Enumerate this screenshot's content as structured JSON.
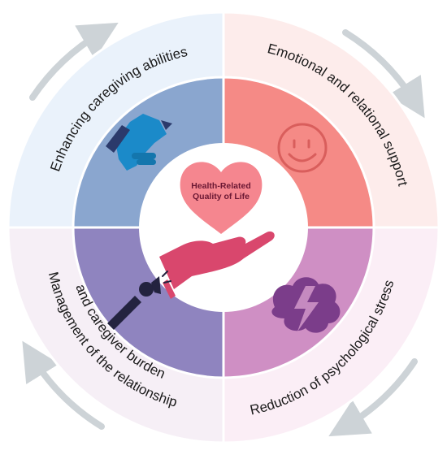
{
  "center": {
    "line1": "Health-Related",
    "line2": "Quality of Life"
  },
  "quadrants": [
    {
      "position": "top-left",
      "label": "Enhancing caregiving abilities",
      "icon": "handshake-icon",
      "inner_color": "#8aa6cf",
      "outer_color": "#eaf2fb",
      "icon_color": "#1b8ac9"
    },
    {
      "position": "top-right",
      "label": "Emotional and relational support",
      "icon": "smiley-face-icon",
      "inner_color": "#f58a86",
      "outer_color": "#fdeceb",
      "icon_color": "#d95e5c"
    },
    {
      "position": "bottom-right",
      "label": "Reduction of psychological stress",
      "icon": "brain-lightning-icon",
      "inner_color": "#cf8fc4",
      "outer_color": "#fbeef6",
      "icon_color": "#7b3d8a"
    },
    {
      "position": "bottom-left",
      "label_line1": "Management of the relationship",
      "label_line2": "and caregiver burden",
      "icon": "person-megaphone-icon",
      "inner_color": "#8f84bf",
      "outer_color": "#f6eff6",
      "icon_color": "#23233f"
    }
  ],
  "colors": {
    "heart": "#f5868f",
    "hand": "#d9476d",
    "arrow": "#cdd3d7"
  }
}
